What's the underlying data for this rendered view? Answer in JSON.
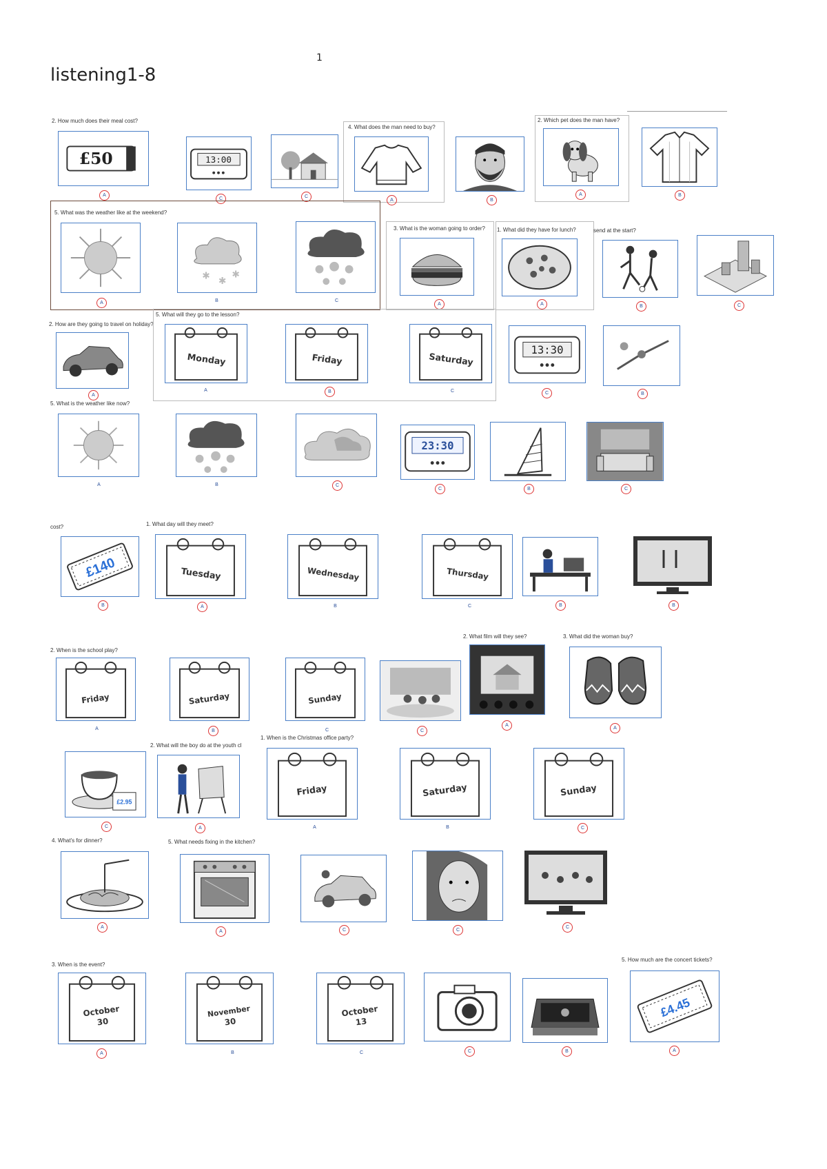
{
  "page": {
    "number": "1",
    "title": "listening1-8"
  },
  "questions": {
    "q_meal": "2. How much does their meal cost?",
    "q_buy": "4. What does the man need to buy?",
    "q_pet": "2. Which pet does the man have?",
    "q_weather_weekend": "5. What was the weather like at the weekend?",
    "q_order": "3. What is the woman going to order?",
    "q_lunch": "1. What did they have for lunch?",
    "q_start": "send at the start?",
    "q_travel": "2. How are they going to travel on holiday?",
    "q_lesson": "5. What will they go to the lesson?",
    "q_weather_now": "5. What is the weather like now?",
    "q_cost": "cost?",
    "q_meet": "1. What day will they meet?",
    "q_school": "2. When is the school play?",
    "q_film": "2. What film will they see?",
    "q_woman_buy": "3. What did the woman buy?",
    "q_youth": "2. What will the boy do at the youth cl",
    "q_party": "1. When is the Christmas office party?",
    "q_dinner": "4. What's for dinner?",
    "q_kitchen": "5. What needs fixing in the kitchen?",
    "q_event": "3. When is the event?",
    "q_tickets": "5. How much are the concert tickets?"
  },
  "images": {
    "price50": "£50",
    "clock1300": "13:00",
    "clock1330": "13:30",
    "clock2330": "23:30",
    "ticket140": "£140",
    "ticket445": "£4.45",
    "tea_price": "£2.95",
    "monday": "Monday",
    "friday": "Friday",
    "saturday": "Saturday",
    "tuesday": "Tuesday",
    "wednesday": "Wednesday",
    "thursday": "Thursday",
    "sunday": "Sunday",
    "oct30a": "October",
    "oct30b": "30",
    "nov30a": "November",
    "nov30b": "30",
    "oct13a": "October",
    "oct13b": "13"
  },
  "labels": {
    "A": "A",
    "B": "B",
    "C": "C"
  },
  "colors": {
    "card_border": "#4a7fc7",
    "circle": "#d33333",
    "label_text": "#2a4f9a"
  }
}
